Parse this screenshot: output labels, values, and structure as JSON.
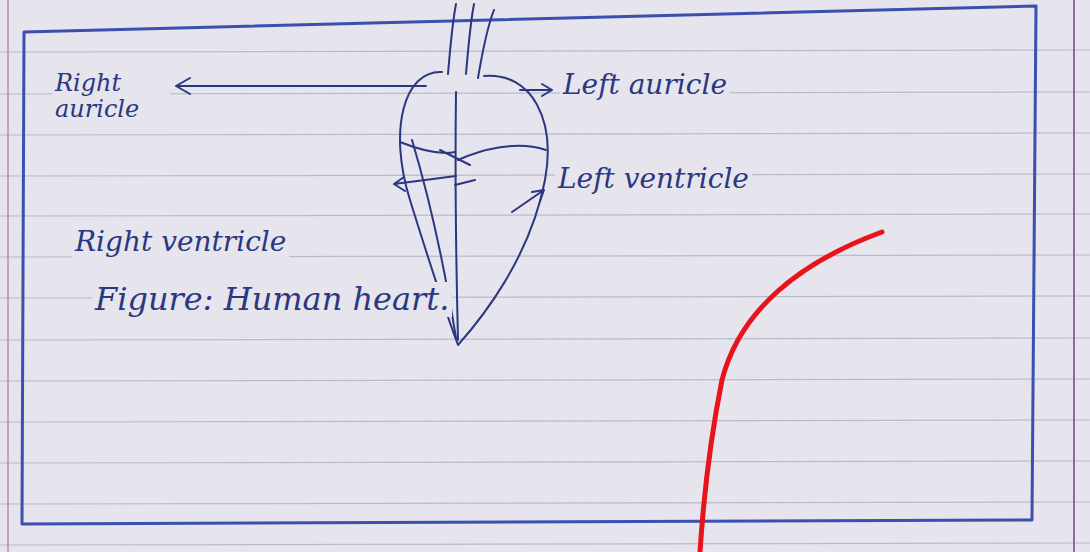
{
  "diagram": {
    "caption": "Figure: Human heart.",
    "labels": [
      "Right auricle",
      "Left auricle",
      "Left ventricle",
      "Right ventricle"
    ]
  }
}
